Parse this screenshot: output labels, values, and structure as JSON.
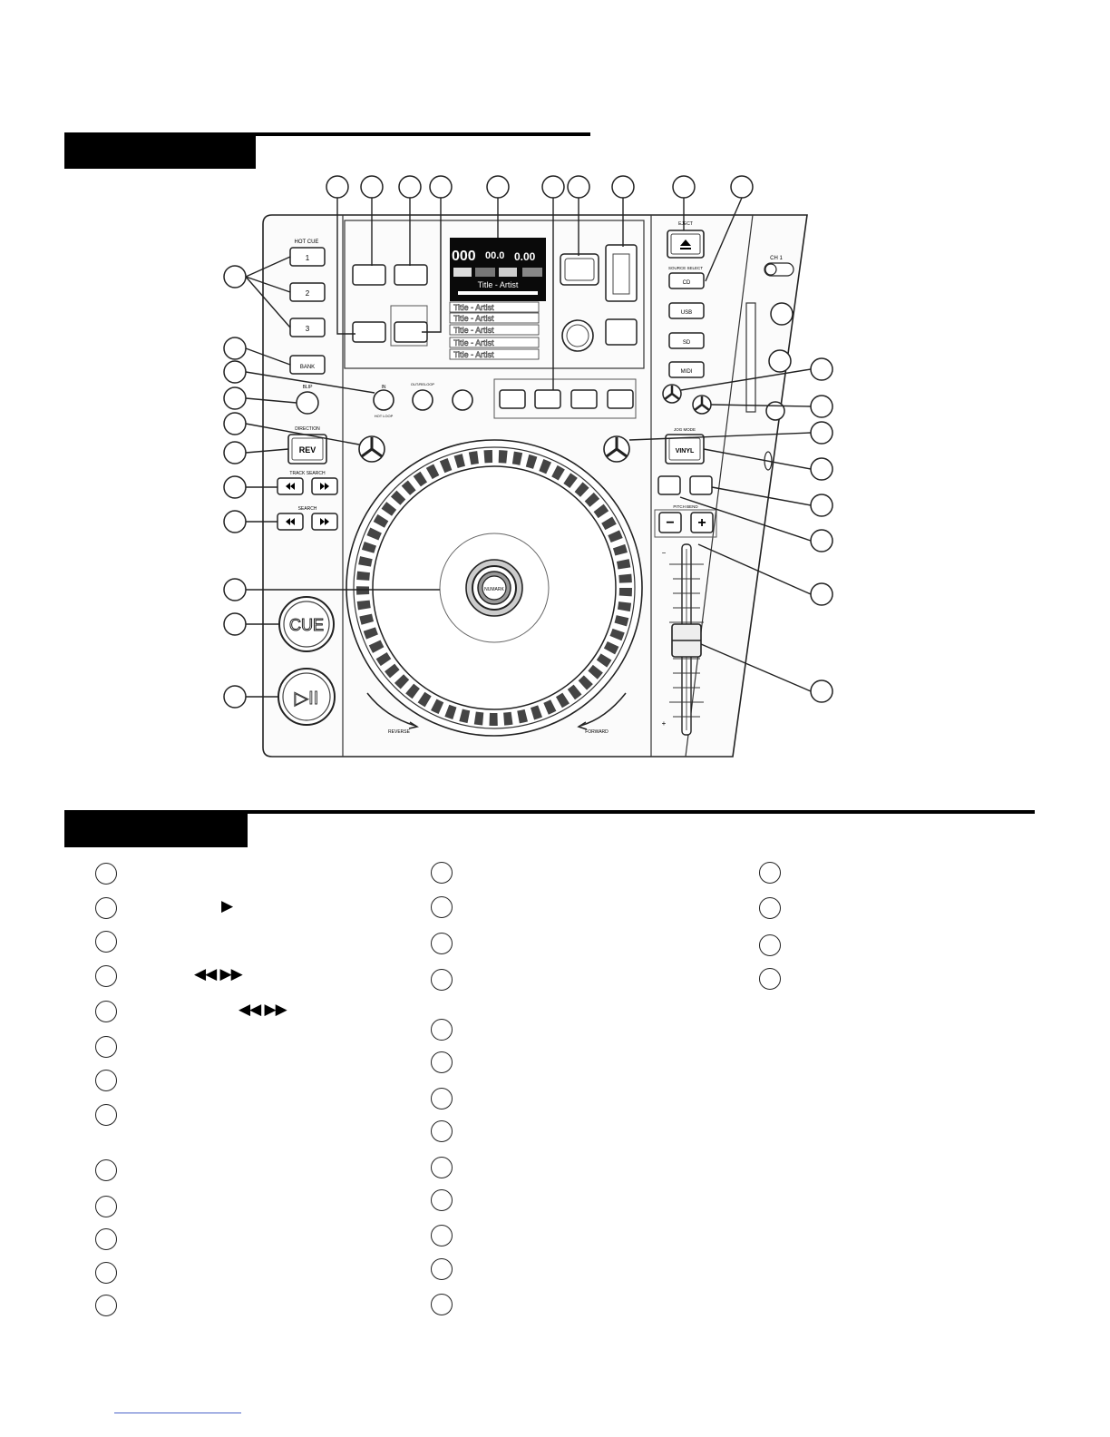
{
  "section_headers": {
    "top": "",
    "bottom": ""
  },
  "panel": {
    "hot_cue_label": "HOT CUE",
    "hot_cue_buttons": [
      "1",
      "2",
      "3"
    ],
    "bank_label": "BANK",
    "blip_label": "BLIP",
    "direction_label": "DIRECTION",
    "rev_label": "REV",
    "track_search_label": "TRACK SEARCH",
    "search_label": "SEARCH",
    "cue_label": "CUE",
    "play_pause_label": "▷II",
    "loop_in_label": "IN",
    "loop_sub_label": "HOT LOOP",
    "out_reloop_label": "OUT/RELOOP",
    "eject": "EJECT",
    "source_select_label": "SOURCE SELECT",
    "source_buttons": [
      "CD",
      "USB",
      "SD",
      "MIDI"
    ],
    "ch_label": "CH 1",
    "vinyl_label": "VINYL",
    "jog_mode_label": "JOG MODE",
    "pitch_bend_label": "PITCH BEND",
    "pitch_minus": "−",
    "pitch_plus": "+",
    "forward_label": "FORWARD",
    "reverse_label": "REVERSE",
    "platter_center_label": "NUMARK",
    "display": {
      "counter_left": "000",
      "counter_mid": "00.0",
      "counter_right": "0.00",
      "title_highlight": "Title - Artist",
      "list": [
        "Title - Artist",
        "Title - Artist",
        "Title - Artist",
        "Title - Artist",
        "Title - Artist"
      ]
    }
  },
  "legend_glyphs": {
    "row2": "▶",
    "row4": "◀◀ ▶▶",
    "row5": "◀◀ ▶▶"
  },
  "icons": [
    "play-icon",
    "rewind-icon",
    "fast-forward-icon",
    "eject-icon"
  ],
  "colors": {
    "ink": "#111111",
    "panel_bg": "#fafafa",
    "screen": "#0a0a0a",
    "footer_link": "#4a63c8"
  }
}
